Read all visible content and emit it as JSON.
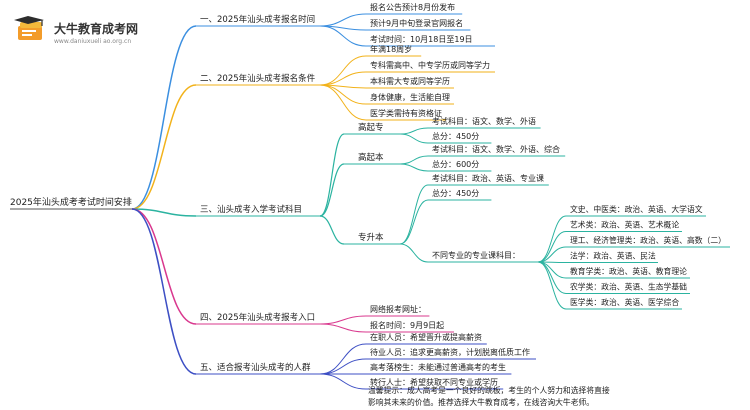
{
  "logo": {
    "title": "大牛教育成考网",
    "subtitle": "www.daniuxueli ao.org.cn",
    "colors": {
      "book_top": "#f4b93b",
      "book_body": "#f39c2a",
      "cap": "#2d2d2d"
    }
  },
  "root": {
    "label": "2025年汕头成考考试时间安排"
  },
  "branches": [
    {
      "label": "一、2025年汕头成考报名时间",
      "color": "#3b8fe0",
      "leaves": [
        "报名公告预计8月份发布",
        "预计9月中旬登录官网报名",
        "考试时间：10月18日至19日"
      ]
    },
    {
      "label": "二、2025年汕头成考报名条件",
      "color": "#f2b21a",
      "leaves": [
        "年满18周岁",
        "专科需高中、中专学历或同等学力",
        "本科需大专或同等学历",
        "身体健康，生活能自理",
        "医学类需持有资格证"
      ]
    },
    {
      "label": "三、汕头成考入学考试科目",
      "color": "#2bb3a0",
      "subs": [
        {
          "label": "高起专",
          "leaves": [
            "考试科目：语文、数学、外语",
            "总分：450分"
          ]
        },
        {
          "label": "高起本",
          "leaves": [
            "考试科目：语文、数学、外语、综合",
            "总分：600分"
          ]
        },
        {
          "label": "专升本",
          "leaves": [
            "考试科目：政治、英语、专业课",
            "总分：450分"
          ],
          "deep": {
            "label": "不同专业的专业课科目：",
            "leaves": [
              "文史、中医类：政治、英语、大学语文",
              "艺术类：政治、英语、艺术概论",
              "理工、经济管理类：政治、英语、高数（二）",
              "法学：政治、英语、民法",
              "教育学类：政治、英语、教育理论",
              "农学类：政治、英语、生态学基础",
              "医学类：政治、英语、医学综合"
            ]
          }
        }
      ]
    },
    {
      "label": "四、2025年汕头成考报考入口",
      "color": "#d9388e",
      "leaves": [
        "网络报考网址：",
        "报名时间：9月9日起"
      ]
    },
    {
      "label": "五、适合报考汕头成考的人群",
      "color": "#3d4fc4",
      "leaves": [
        "在职人员：希望晋升或提高薪资",
        "待业人员：追求更高薪资，计划脱离低质工作",
        "高考落榜生：未能通过普通高考的考生",
        "转行人士：希望获取不同专业或学历"
      ],
      "note": [
        "温馨提示：成人高考是一个良好的跳板，考生的个人努力和选择将直接",
        "影响其未来的价值。推荐选择大牛教育成考，在线咨询大牛老师。"
      ]
    }
  ]
}
